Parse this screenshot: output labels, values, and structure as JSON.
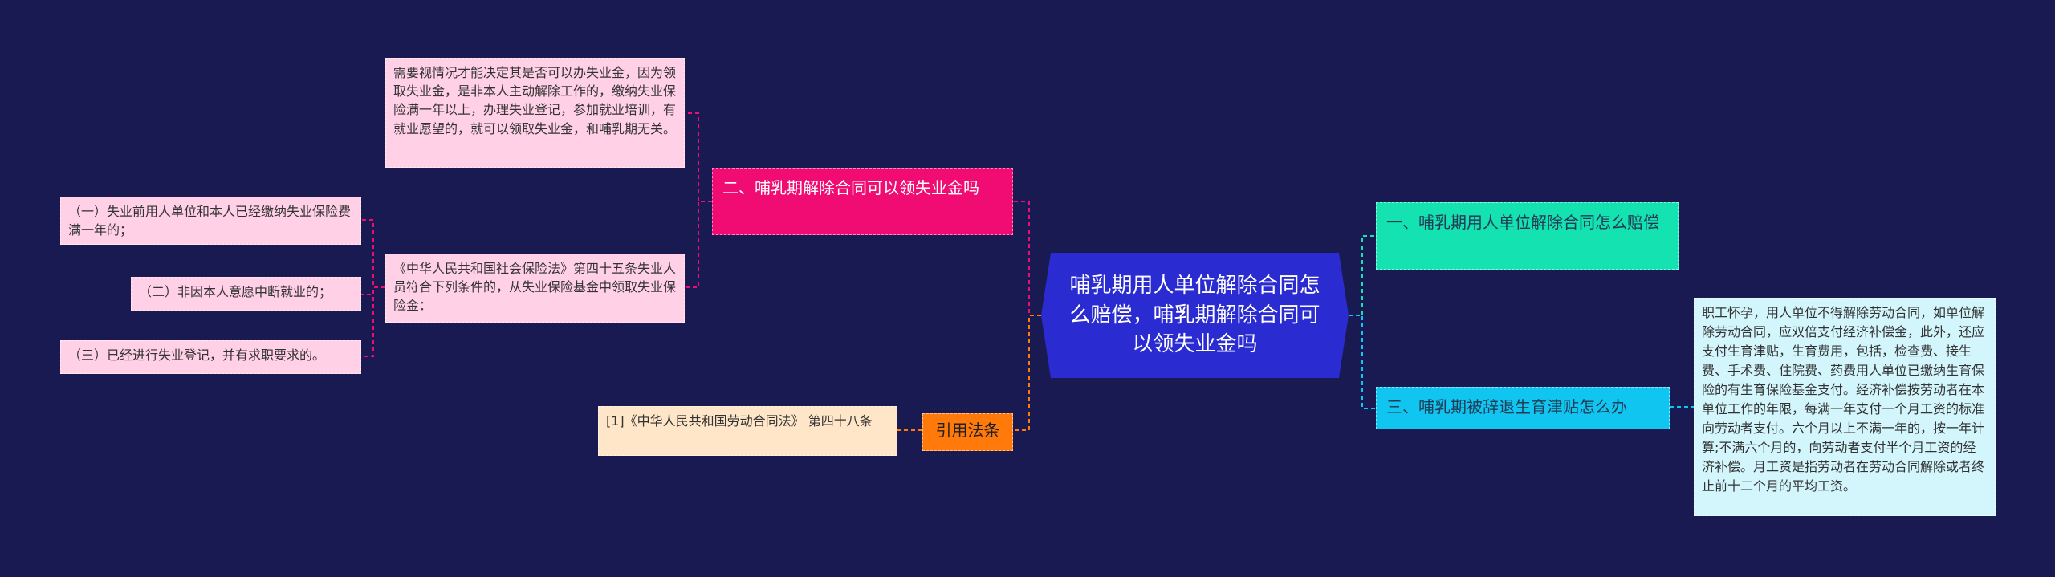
{
  "root": {
    "text": "哺乳期用人单位解除合同怎么赔偿，哺乳期解除合同可以领失业金吗"
  },
  "branches": {
    "b2": {
      "text": "二、哺乳期解除合同可以领失业金吗"
    },
    "b1": {
      "text": "一、哺乳期用人单位解除合同怎么赔偿"
    },
    "b3": {
      "text": "三、哺乳期被辞退生育津贴怎么办"
    },
    "ref": {
      "text": "引用法条"
    }
  },
  "leaves": {
    "b2_note": {
      "text": "需要视情况才能决定其是否可以办失业金，因为领取失业金，是非本人主动解除工作的，缴纳失业保险满一年以上，办理失业登记，参加就业培训，有就业愿望的，就可以领取失业金，和哺乳期无关。"
    },
    "b2_law": {
      "text": "《中华人民共和国社会保险法》第四十五条失业人员符合下列条件的，从失业保险基金中领取失业保险金："
    },
    "cond1": {
      "text": "（一）失业前用人单位和本人已经缴纳失业保险费满一年的；"
    },
    "cond2": {
      "text": "（二）非因本人意愿中断就业的；"
    },
    "cond3": {
      "text": "（三）已经进行失业登记，并有求职要求的。"
    },
    "ref_law": {
      "text": "[1]《中华人民共和国劳动合同法》 第四十八条"
    },
    "b3_note": {
      "text": "职工怀孕，用人单位不得解除劳动合同，如单位解除劳动合同，应双倍支付经济补偿金，此外，还应支付生育津贴，生育费用，包括，检查费、接生费、手术费、住院费、药费用人单位已缴纳生育保险的有生育保险基金支付。经济补偿按劳动者在本单位工作的年限，每满一年支付一个月工资的标准向劳动者支付。六个月以上不满一年的，按一年计算;不满六个月的，向劳动者支付半个月工资的经济补偿。月工资是指劳动者在劳动合同解除或者终止前十二个月的平均工资。"
    }
  },
  "colors": {
    "background": "#1a1a52",
    "root": "#2a2bd0",
    "pink": "#f00c72",
    "teal": "#14e2b0",
    "cyan": "#10c6f1",
    "orange": "#ff7a0a"
  }
}
